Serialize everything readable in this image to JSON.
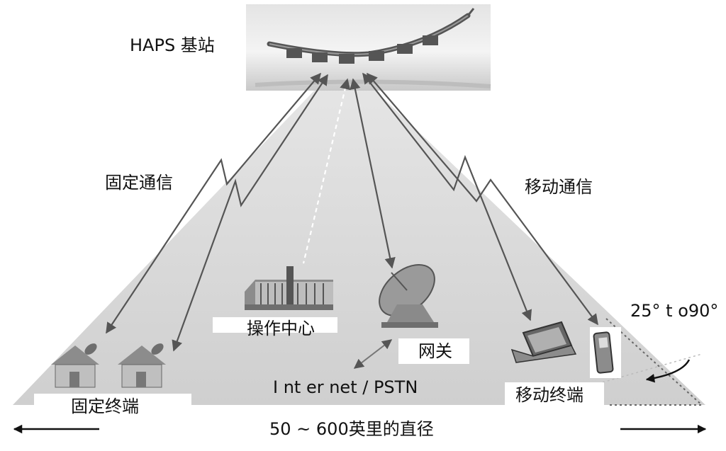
{
  "labels": {
    "haps_station": "HAPS 基站",
    "fixed_comm": "固定通信",
    "mobile_comm": "移动通信",
    "operation_center": "操作中心",
    "gateway": "网关",
    "internet_pstn": "I nt er net / PSTN",
    "fixed_terminal": "固定终端",
    "mobile_terminal": "移动终端",
    "angle_range": "25° t o90°",
    "diameter": "50 ~ 600英里的直径"
  },
  "colors": {
    "coverage_fill": "#d8d8d8",
    "arrow": "#555555",
    "text": "#111111"
  },
  "icons": [
    "haps-aircraft-icon",
    "house-dish-icon",
    "building-icon",
    "satellite-dish-icon",
    "laptop-icon",
    "mobile-phone-icon"
  ]
}
